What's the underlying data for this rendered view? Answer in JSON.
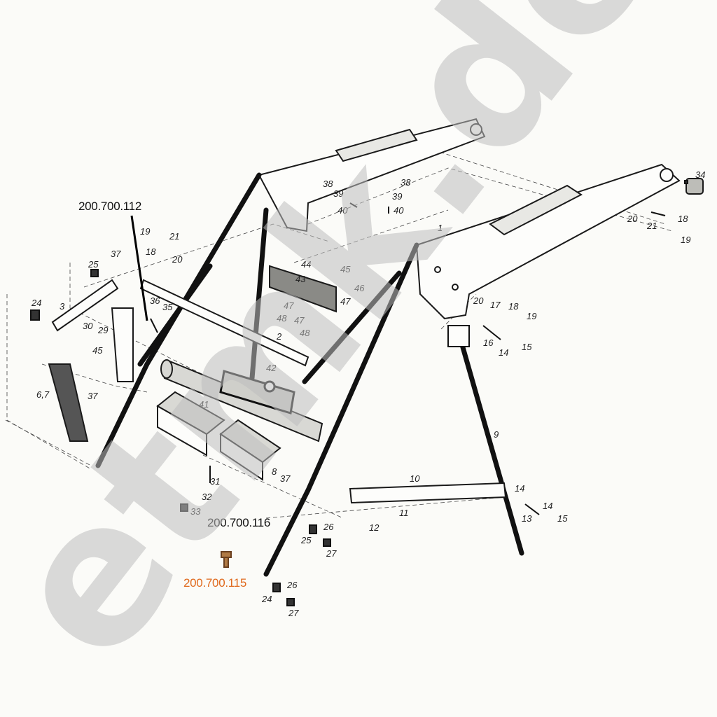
{
  "part_numbers": {
    "top": "200.700.112",
    "middle": "200.700.116",
    "highlighted": "200.700.115"
  },
  "colors": {
    "label": "#111111",
    "highlight": "#e06a1e",
    "linework": "#1a1a1a"
  },
  "watermark": "etmk.de",
  "callouts": {
    "c1": "1",
    "c2": "2",
    "c3": "3",
    "c45": "45",
    "c67": "6,7",
    "c8": "8",
    "c9": "9",
    "c10": "10",
    "c11": "11",
    "c12": "12",
    "c13": "13",
    "c14a": "14",
    "c14b": "14",
    "c14c": "14",
    "c15a": "15",
    "c15b": "15",
    "c16": "16",
    "c17": "17",
    "c18a": "18",
    "c18b": "18",
    "c18c": "18",
    "c19a": "19",
    "c19b": "19",
    "c19c": "19",
    "c20a": "20",
    "c20b": "20",
    "c20c": "20",
    "c21a": "21",
    "c21b": "21",
    "c24a": "24",
    "c24b": "24",
    "c25a": "25",
    "c25b": "25",
    "c26a": "26",
    "c26b": "26",
    "c27a": "27",
    "c27b": "27",
    "c29": "29",
    "c30": "30",
    "c31": "31",
    "c32": "32",
    "c33": "33",
    "c34": "34",
    "c35": "35",
    "c36": "36",
    "c37a": "37",
    "c37b": "37",
    "c37c": "37",
    "c38a": "38",
    "c38b": "38",
    "c39a": "39",
    "c39b": "39",
    "c40a": "40",
    "c40b": "40",
    "c41": "41",
    "c42": "42",
    "c43": "43",
    "c44": "44",
    "c46": "46",
    "c47a": "47",
    "c47b": "47",
    "c47c": "47",
    "c48a": "48",
    "c48b": "48"
  }
}
